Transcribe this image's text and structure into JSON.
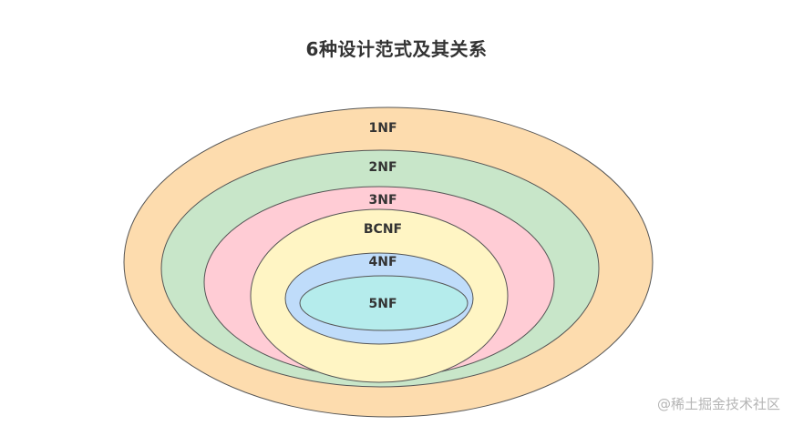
{
  "title": "6种设计范式及其关系",
  "rings": [
    {
      "label": "1NF",
      "color": "#fddcae"
    },
    {
      "label": "2NF",
      "color": "#c8e6c9"
    },
    {
      "label": "3NF",
      "color": "#ffccd5"
    },
    {
      "label": "BCNF",
      "color": "#fff5c4"
    },
    {
      "label": "4NF",
      "color": "#bfdcfa"
    },
    {
      "label": "5NF",
      "color": "#b5ecec"
    }
  ],
  "outline_color": "#555555",
  "watermark": "@稀土掘金技术社区"
}
